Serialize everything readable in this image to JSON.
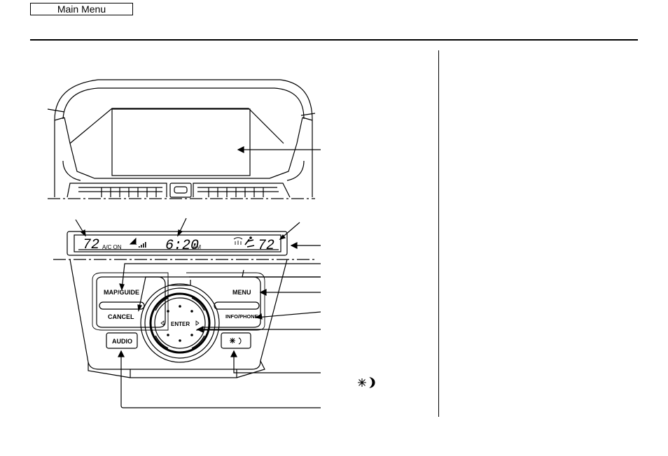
{
  "nav": {
    "main_menu_label": "Main Menu"
  },
  "display": {
    "temp_left": "72",
    "ac_status": "A/C ON",
    "clock_time": "6:20",
    "clock_ampm": "AM",
    "temp_right": "72"
  },
  "controls": {
    "map_guide": "MAP/GUIDE",
    "cancel": "CANCEL",
    "menu": "MENU",
    "info_phone": "INFO/PHONE",
    "enter": "ENTER",
    "audio": "AUDIO"
  },
  "icons": {
    "day_night": "day-night-icon",
    "fan": "fan-icon",
    "defrost": "defrost-icon",
    "airflow": "airflow-icon"
  },
  "colors": {
    "line": "#000000",
    "background": "#ffffff"
  }
}
